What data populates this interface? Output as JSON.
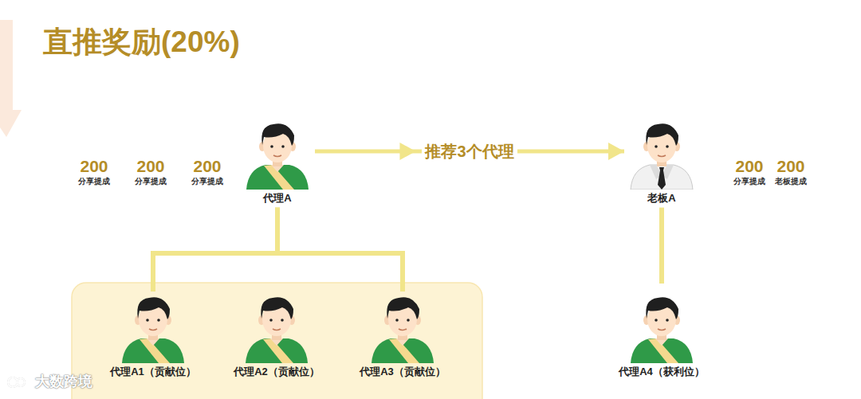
{
  "diagram": {
    "title": "直推奖励(20%)",
    "nodes": [
      {
        "text": [
          "代理A"
        ]
      },
      {
        "text": [
          "老板A"
        ]
      },
      {
        "text": [
          "代理A1（贡献位）"
        ]
      },
      {
        "text": [
          "代理A2（贡献位）"
        ]
      },
      {
        "text": [
          "代理A3（贡献位）"
        ]
      },
      {
        "text": [
          "代理A4（获利位）"
        ]
      }
    ],
    "edges": [
      {
        "from": 0,
        "to": 1,
        "label": "推荐3个代理",
        "arrow": "to"
      },
      {
        "from": 0,
        "to": 2,
        "arrow": "none"
      },
      {
        "from": 0,
        "to": 4,
        "arrow": "none"
      },
      {
        "from": 1,
        "to": 5,
        "arrow": "none"
      }
    ],
    "labels": [
      "200",
      "分享提成",
      "200",
      "分享提成",
      "200",
      "分享提成",
      "200",
      "分享提成",
      "200",
      "老板提成",
      "大数跨境"
    ]
  }
}
